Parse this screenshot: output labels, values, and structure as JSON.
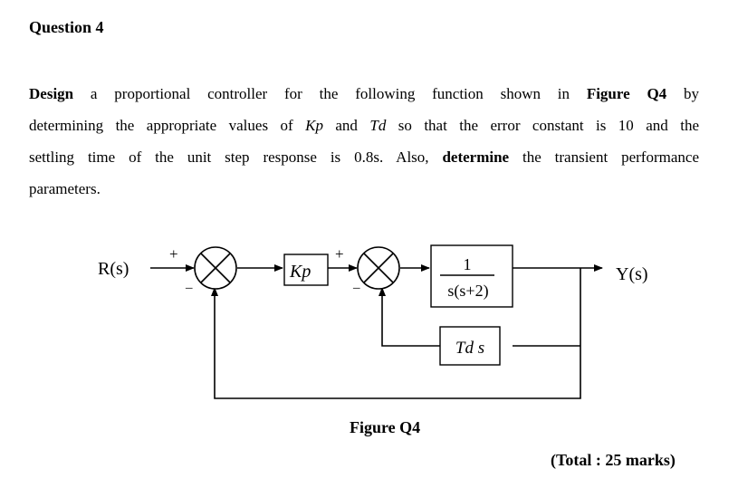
{
  "question": {
    "title": "Question 4"
  },
  "body": {
    "l1_design": "Design",
    "l1_text": " a proportional controller for the following function shown in ",
    "l1_figure": "Figure Q4",
    "l1_by": " by",
    "l2_text": "determining the appropriate values of ",
    "l2_kp": "Kp",
    "l2_and": " and ",
    "l2_td": "Td",
    "l2_rest": " so that the error constant is 10 and the",
    "l3_text": "settling time of the unit step response is 0.8s. Also, ",
    "l3_determine": "determine",
    "l3_rest": " the transient performance",
    "l4_text": "parameters."
  },
  "diagram": {
    "input_label": "R(s)",
    "output_label": "Y(s)",
    "sum1_plus": "+",
    "sum1_minus": "–",
    "sum2_plus": "+",
    "sum2_minus": "–",
    "kp_block": "Kp",
    "plant_numerator": "1",
    "plant_denominator": "s(s+2)",
    "feedback_block": "Td s"
  },
  "figure": {
    "caption": "Figure Q4"
  },
  "marks": {
    "total": "(Total : 25 marks)"
  }
}
